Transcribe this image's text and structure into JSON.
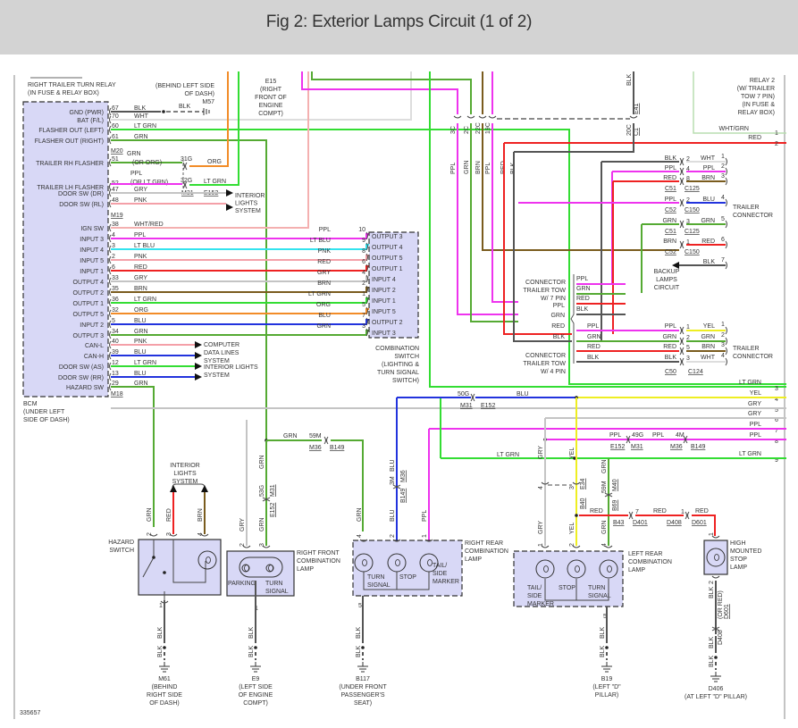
{
  "header": {
    "title": "Fig 2: Exterior Lamps Circuit (1 of 2)"
  },
  "colors": {
    "BLK": "#555555",
    "WHT": "#dddddd",
    "LT GRN": "#33dd33",
    "GRN": "#55aa33",
    "ORG": "#f28c28",
    "PPL": "#ee33ee",
    "GRY": "#c4c4c4",
    "PNK": "#f4a0a8",
    "WHT/RED": "#f4b0b0",
    "LT BLU": "#33e3ee",
    "RED": "#ee2222",
    "BRN": "#7a5c1e",
    "BLU": "#2233dd",
    "YEL": "#eeee22",
    "WHT/GRN": "#b8ddb0",
    "box_fill": "#d8d8f6",
    "header_bg": "#d3d3d3"
  },
  "relay_label": [
    "RIGHT TRAILER TURN RELAY",
    "(IN FUSE & RELAY BOX)"
  ],
  "m57_label": [
    "(BEHIND LEFT SIDE",
    "OF DASH)",
    "M57"
  ],
  "e15_label": [
    "E15",
    "(RIGHT",
    "FRONT OF",
    "ENGINE",
    "COMPT)"
  ],
  "relay2_label": [
    "RELAY 2",
    "(W/ TRAILER",
    "TOW 7 PIN)",
    "(IN FUSE &",
    "RELAY BOX)"
  ],
  "bcm": {
    "label": [
      "BCM",
      "(UNDER LEFT",
      "SIDE OF DASH)"
    ],
    "connector_top": "M20",
    "connector_mid": "M19",
    "connector_bot": "M18",
    "pins": [
      {
        "name": "GND (PWR)",
        "pin": "67",
        "color": "BLK"
      },
      {
        "name": "BAT (F/L)",
        "pin": "70",
        "color": "WHT"
      },
      {
        "name": "FLASHER OUT (LEFT)",
        "pin": "60",
        "color": "LT GRN"
      },
      {
        "name": "FLASHER OUT (RIGHT)",
        "pin": "61",
        "color": "GRN"
      },
      {
        "name": "TRAILER RH FLASHER",
        "pin": "51",
        "color": "GRN",
        "alt": "(OR ORG)"
      },
      {
        "name": "TRAILER LH FLASHER",
        "pin": "52",
        "color": "PPL",
        "alt": "(OR LT GRN)"
      },
      {
        "name": "DOOR SW (DR)",
        "pin": "47",
        "color": "GRY"
      },
      {
        "name": "DOOR SW (RL)",
        "pin": "48",
        "color": "PNK"
      },
      {
        "name": "IGN SW",
        "pin": "38",
        "color": "WHT/RED"
      },
      {
        "name": "INPUT 3",
        "pin": "4",
        "color": "PPL"
      },
      {
        "name": "INPUT 4",
        "pin": "3",
        "color": "LT BLU"
      },
      {
        "name": "INPUT 5",
        "pin": "2",
        "color": "PNK"
      },
      {
        "name": "INPUT 1",
        "pin": "6",
        "color": "RED"
      },
      {
        "name": "OUTPUT 4",
        "pin": "33",
        "color": "GRY"
      },
      {
        "name": "OUTPUT 2",
        "pin": "35",
        "color": "BRN"
      },
      {
        "name": "OUTPUT 1",
        "pin": "36",
        "color": "LT GRN"
      },
      {
        "name": "OUTPUT 5",
        "pin": "32",
        "color": "ORG"
      },
      {
        "name": "INPUT 2",
        "pin": "5",
        "color": "BLU"
      },
      {
        "name": "OUTPUT 3",
        "pin": "34",
        "color": "GRN"
      },
      {
        "name": "CAN-L",
        "pin": "40",
        "color": "PNK"
      },
      {
        "name": "CAN-H",
        "pin": "39",
        "color": "BLU"
      },
      {
        "name": "DOOR SW (AS)",
        "pin": "12",
        "color": "LT GRN"
      },
      {
        "name": "DOOR SW (RR)",
        "pin": "13",
        "color": "BLU"
      },
      {
        "name": "HAZARD SW",
        "pin": "29",
        "color": "GRN"
      }
    ]
  },
  "m57_wire": {
    "color": "BLK"
  },
  "trailer_flasher_conn": {
    "rh_pin": "31G",
    "rh_color": "ORG",
    "lh_pin": "32G",
    "lh_color": "LT GRN",
    "conn_a": "M31",
    "conn_b": "E152"
  },
  "interior_lights_1": [
    "INTERIOR",
    "LIGHTS",
    "SYSTEM"
  ],
  "computer_data": [
    "COMPUTER",
    "DATA LINES",
    "SYSTEM"
  ],
  "interior_lights_2": [
    "INTERIOR LIGHTS",
    "SYSTEM"
  ],
  "combo_switch": {
    "label": [
      "COMBINATION",
      "SWITCH",
      "(LIGHTING &",
      "TURN SIGNAL",
      "SWITCH)"
    ],
    "pins": [
      {
        "name": "OUTPUT 3",
        "pin": "10",
        "color": "PPL"
      },
      {
        "name": "OUTPUT 4",
        "pin": "9",
        "color": "LT BLU"
      },
      {
        "name": "OUTPUT 5",
        "pin": "8",
        "color": "PNK"
      },
      {
        "name": "OUTPUT 1",
        "pin": "6",
        "color": "RED"
      },
      {
        "name": "INPUT 4",
        "pin": "4",
        "color": "GRY"
      },
      {
        "name": "INPUT 2",
        "pin": "2",
        "color": "BRN"
      },
      {
        "name": "INPUT 1",
        "pin": "1",
        "color": "LT GRN"
      },
      {
        "name": "INPUT 5",
        "pin": "5",
        "color": "ORG"
      },
      {
        "name": "OUTPUT 2",
        "pin": "7",
        "color": "BLU"
      },
      {
        "name": "INPUT 3",
        "pin": "3",
        "color": "GRN"
      }
    ]
  },
  "c1_conn": {
    "pins": [
      {
        "pin": "3C",
        "color": "PPL"
      },
      {
        "pin": "2C",
        "color": "GRN"
      },
      {
        "pin": "22C",
        "color": "BRN"
      },
      {
        "pin": "19C",
        "color": "PPL"
      },
      {
        "pin": "20C",
        "color": "BLK"
      }
    ],
    "labels": [
      "C1",
      "E41"
    ],
    "extra_wires": [
      {
        "color": "RED"
      },
      {
        "color": "BLK"
      }
    ]
  },
  "relay2_wires": [
    {
      "color": "WHT/GRN",
      "num": "1"
    },
    {
      "color": "RED",
      "num": "2"
    }
  ],
  "trailer_connector_7": {
    "label": [
      "TRAILER",
      "CONNECTOR"
    ],
    "rows": [
      {
        "left": "BLK",
        "lpin": "2",
        "right": "WHT",
        "rpin": "1"
      },
      {
        "left": "PPL",
        "lpin": "4",
        "right": "PPL",
        "rpin": "2"
      },
      {
        "left": "RED",
        "lpin": "8",
        "right": "BRN",
        "rpin": "3",
        "c1": "C51",
        "c2": "C125"
      },
      {
        "left": "PPL",
        "lpin": "2",
        "right": "BLU",
        "rpin": "4",
        "c1": "C52",
        "c2": "C150"
      },
      {
        "left": "GRN",
        "lpin": "3",
        "right": "GRN",
        "rpin": "5",
        "c1": "C51",
        "c2": "C125"
      },
      {
        "left": "BRN",
        "lpin": "1",
        "right": "RED",
        "rpin": "6",
        "c1": "C52",
        "c2": "C150"
      },
      {
        "left": "",
        "lpin": "",
        "right": "BLK",
        "rpin": "7"
      }
    ],
    "backup": [
      "BACKUP",
      "LAMPS",
      "CIRCUIT"
    ]
  },
  "tow7": {
    "label": [
      "CONNECTOR",
      "TRAILER TOW",
      "W/ 7 PIN"
    ],
    "wires": [
      "PPL",
      "GRN",
      "RED",
      "BLK"
    ]
  },
  "tow_common": {
    "wires": [
      "PPL",
      "GRN",
      "RED",
      "BLK"
    ]
  },
  "tow4": {
    "label": [
      "CONNECTOR",
      "TRAILER TOW",
      "W/ 4 PIN"
    ],
    "wires": [
      "PPL",
      "GRN",
      "RED",
      "BLK"
    ]
  },
  "trailer_connector_4": {
    "label": [
      "TRAILER",
      "CONNECTOR"
    ],
    "rows": [
      {
        "left": "PPL",
        "lpin": "1",
        "right": "YEL",
        "rpin": "1"
      },
      {
        "left": "GRN",
        "lpin": "2",
        "right": "GRN",
        "rpin": "2"
      },
      {
        "left": "RED",
        "lpin": "5",
        "right": "BRN",
        "rpin": "3"
      },
      {
        "left": "BLK",
        "lpin": "3",
        "right": "WHT",
        "rpin": "4"
      }
    ],
    "c1": "C50",
    "c2": "C124"
  },
  "right_bus": [
    {
      "num": "1",
      "color": "WHT/GRN",
      "label": "WHT/GRN"
    },
    {
      "num": "2",
      "color": "RED",
      "label": "RED"
    },
    {
      "num": "3",
      "color": "LT GRN",
      "label": "LT GRN"
    },
    {
      "num": "4",
      "color": "YEL",
      "label": "YEL"
    },
    {
      "num": "5",
      "color": "GRY",
      "label": "GRY"
    },
    {
      "num": "6",
      "color": "GRY",
      "label": "GRY"
    },
    {
      "num": "7",
      "color": "PPL",
      "label": "PPL"
    },
    {
      "num": "8",
      "color": "PPL",
      "label": "PPL"
    },
    {
      "num": "9",
      "color": "LT GRN",
      "label": "LT GRN"
    }
  ],
  "mid_conn": {
    "blu": {
      "pin": "50G",
      "c1": "M31",
      "c2": "E152",
      "label": "BLU"
    },
    "ppl": {
      "pin1": "49G",
      "c1": "E152",
      "c2": "M31",
      "pin2": "4M",
      "c3": "M36",
      "c4": "B149",
      "label": "PPL"
    },
    "grn": {
      "pin": "59M",
      "c1": "M36",
      "c2": "B149",
      "label": "GRN"
    },
    "ltgrn_label": "LT GRN"
  },
  "hazard_switch": {
    "label": [
      "HAZARD",
      "SWITCH"
    ],
    "interior": [
      "INTERIOR",
      "LIGHTS",
      "SYSTEM"
    ],
    "pins": [
      {
        "pin": "2",
        "color": "GRN"
      },
      {
        "pin": "3",
        "color": "RED"
      },
      {
        "pin": "4",
        "color": "BRN"
      },
      {
        "pin": "1",
        "color": "BLK"
      }
    ]
  },
  "rf_lamp": {
    "label": [
      "RIGHT FRONT",
      "COMBINATION",
      "LAMP"
    ],
    "parking": "PARKING",
    "turn": [
      "TURN",
      "SIGNAL"
    ],
    "pins": [
      {
        "pin": "2",
        "color": "GRY"
      },
      {
        "pin": "3",
        "color": "GRN"
      },
      {
        "pin": "1",
        "color": "BLK"
      }
    ],
    "inline": {
      "pin": "53G",
      "c1": "M31",
      "c2": "E152"
    }
  },
  "rr_lamp": {
    "label": [
      "RIGHT REAR",
      "COMBINATION",
      "LAMP"
    ],
    "bulbs": [
      [
        "TURN",
        "SIGNAL"
      ],
      [
        "STOP"
      ],
      [
        "TAIL/",
        "SIDE",
        "MARKER"
      ]
    ],
    "pins": [
      {
        "pin": "4",
        "color": "GRN"
      },
      {
        "pin": "2",
        "color": "BLU"
      },
      {
        "pin": "1",
        "color": "PPL"
      },
      {
        "pin": "5",
        "color": "BLK"
      }
    ],
    "inline": {
      "pin": "3M",
      "c1": "M36",
      "c2": "B149"
    }
  },
  "lr_lamp": {
    "label": [
      "LEFT REAR",
      "COMBINATION",
      "LAMP"
    ],
    "bulbs": [
      [
        "TAIL/",
        "SIDE",
        "MARKER"
      ],
      [
        "STOP"
      ],
      [
        "TURN",
        "SIGNAL"
      ]
    ],
    "pins": [
      {
        "pin": "1",
        "color": "GRY"
      },
      {
        "pin": "2",
        "color": "YEL"
      },
      {
        "pin": "4",
        "color": "GRN"
      },
      {
        "pin": "5",
        "color": "BLK"
      }
    ],
    "gry_inline": "4",
    "yel_inline": {
      "pin": "3",
      "c1": "B40",
      "c2": "E34"
    },
    "grn_inline": {
      "pin": "59M",
      "c1": "B69",
      "c2": "M40"
    }
  },
  "chmsl_path": {
    "red": "RED",
    "pin1": "7",
    "c1": "B43",
    "c2": "D401",
    "pin2": "1",
    "c3": "D408",
    "c4": "D601"
  },
  "chmsl": {
    "label": [
      "HIGH",
      "MOUNTED",
      "STOP",
      "LAMP"
    ],
    "pins": [
      {
        "pin": "1",
        "color": "RED"
      },
      {
        "pin": "2",
        "color": "BLK"
      }
    ],
    "alt": "(OR RED)",
    "inline": {
      "c1": "D601",
      "c2": "D408"
    }
  },
  "grounds": [
    {
      "id": "M61",
      "desc": [
        "(BEHIND",
        "RIGHT SIDE",
        "OF DASH)"
      ]
    },
    {
      "id": "E9",
      "desc": [
        "(LEFT SIDE",
        "OF ENGINE",
        "COMPT)"
      ]
    },
    {
      "id": "B117",
      "desc": [
        "(UNDER FRONT",
        "PASSENGER'S",
        "SEAT)"
      ]
    },
    {
      "id": "B19",
      "desc": [
        "(LEFT \"D\"",
        "PILLAR)"
      ]
    },
    {
      "id": "D406",
      "desc": [
        "(AT LEFT \"D\" PILLAR)"
      ]
    }
  ],
  "ground_wire": "BLK",
  "figure_id": "335657"
}
